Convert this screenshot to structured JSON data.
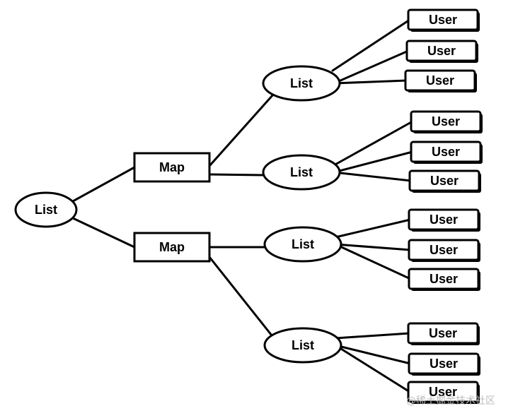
{
  "diagram": {
    "root": {
      "label": "List"
    },
    "maps": [
      {
        "label": "Map",
        "lists": [
          {
            "label": "List",
            "users": [
              "User",
              "User",
              "User"
            ]
          },
          {
            "label": "List",
            "users": [
              "User",
              "User",
              "User"
            ]
          }
        ]
      },
      {
        "label": "Map",
        "lists": [
          {
            "label": "List",
            "users": [
              "User",
              "User",
              "User"
            ]
          },
          {
            "label": "List",
            "users": [
              "User",
              "User",
              "User"
            ]
          }
        ]
      }
    ]
  },
  "watermark": "@稀土掘金技术社区"
}
